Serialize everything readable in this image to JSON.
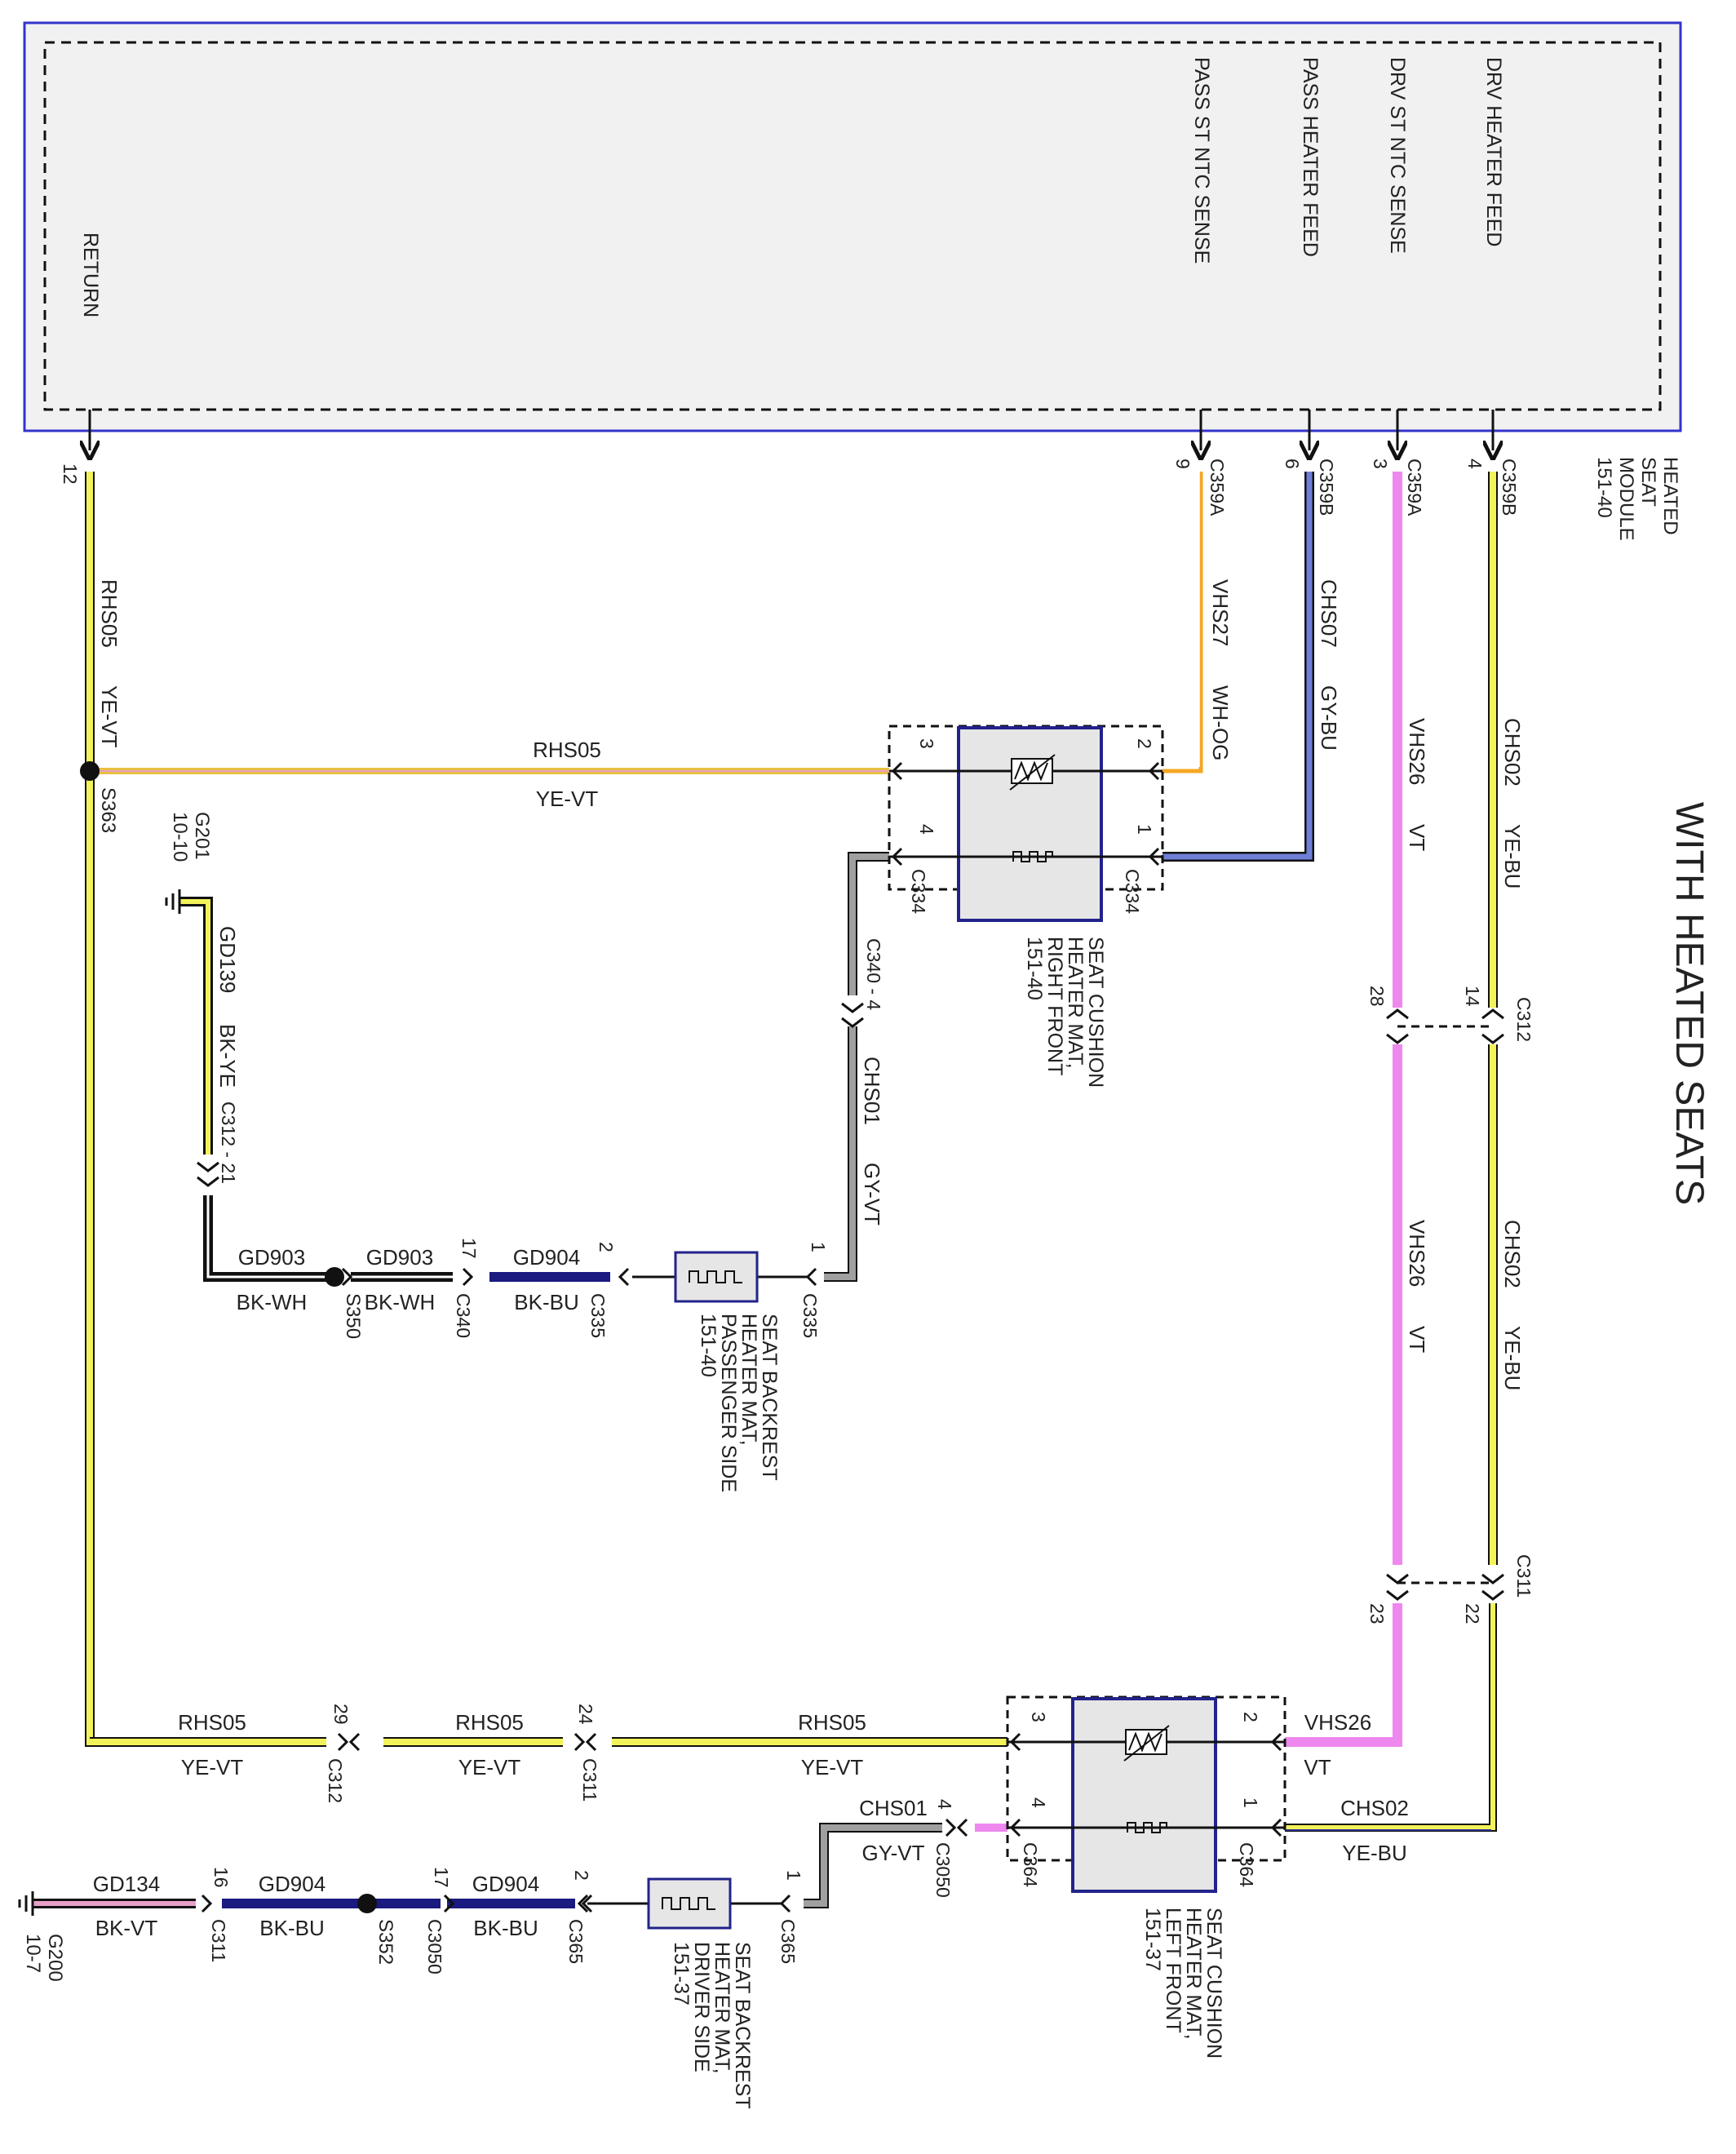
{
  "title": "WITH HEATED SEATS",
  "module": {
    "name_lines": [
      "HEATED",
      "SEAT",
      "MODULE",
      "151-40"
    ],
    "pins": {
      "return": "RETURN",
      "pass_ntc": "PASS ST NTC SENSE",
      "pass_heater": "PASS HEATER FEED",
      "drv_ntc": "DRV ST NTC SENSE",
      "drv_heater": "DRV HEATER FEED"
    },
    "conn": {
      "return": "12",
      "pass_ntc_pin": "9",
      "pass_ntc_conn": "C359A",
      "pass_heater_pin": "6",
      "pass_heater_conn": "C359B",
      "drv_ntc_pin": "3",
      "drv_ntc_conn": "C359A",
      "drv_heater_pin": "4",
      "drv_heater_conn": "C359B"
    }
  },
  "wires": {
    "rhs05": "RHS05",
    "ye_vt": "YE-VT",
    "vhs27": "VHS27",
    "wh_og": "WH-OG",
    "chs07": "CHS07",
    "gy_bu": "GY-BU",
    "vhs26": "VHS26",
    "vt": "VT",
    "chs02": "CHS02",
    "ye_bu": "YE-BU",
    "chs01": "CHS01",
    "gy_vt": "GY-VT",
    "gd139": "GD139",
    "bk_ye": "BK-YE",
    "gd903": "GD903",
    "bk_wh": "BK-WH",
    "gd904": "GD904",
    "bk_bu": "BK-BU",
    "gd134": "GD134",
    "bk_vt": "BK-VT"
  },
  "splices": {
    "s363": "S363",
    "s350": "S350",
    "s352": "S352"
  },
  "grounds": {
    "g201_name": "G201",
    "g201_ref": "10-10",
    "g200_name": "G200",
    "g200_ref": "10-7"
  },
  "connectors": {
    "c312_28": "28",
    "c312_14": "14",
    "c312": "C312",
    "c311_23": "23",
    "c311_22": "22",
    "c311": "C311",
    "c334_3": "3",
    "c334_2": "2",
    "c334_4": "4",
    "c334_1": "1",
    "c334": "C334",
    "c340_4": "C340 - 4",
    "c312_21": "C312 - 21",
    "c340_17": "17",
    "c340": "C340",
    "c335_2": "2",
    "c335_1": "1",
    "c335": "C335",
    "c312_29": "29",
    "c311_24": "24",
    "c364_3": "3",
    "c364_2": "2",
    "c364_4": "4",
    "c364_1": "1",
    "c364": "C364",
    "c3050_4": "4",
    "c3050": "C3050",
    "c311_16": "16",
    "c3050_17": "17",
    "c365_2": "2",
    "c365_1": "1",
    "c365": "C365"
  },
  "components": {
    "cushion_rf": [
      "SEAT CUSHION",
      "HEATER MAT,",
      "RIGHT FRONT",
      "151-40"
    ],
    "backrest_pass": [
      "SEAT BACKREST",
      "HEATER MAT,",
      "PASSENGER SIDE",
      "151-40"
    ],
    "cushion_lf": [
      "SEAT CUSHION",
      "HEATER MAT,",
      "LEFT FRONT",
      "151-37"
    ],
    "backrest_drv": [
      "SEAT BACKREST",
      "HEATER MAT,",
      "DRIVER SIDE",
      "151-37"
    ]
  },
  "colors": {
    "yellow": "#f2f25a",
    "violet": "#ee88ee",
    "gray": "#a0a0a0",
    "blue": "#2a2f90",
    "bu_light": "#6f7fd8",
    "orange": "#f5a623",
    "pink": "#e89fc8",
    "module_border": "#3333cc"
  }
}
